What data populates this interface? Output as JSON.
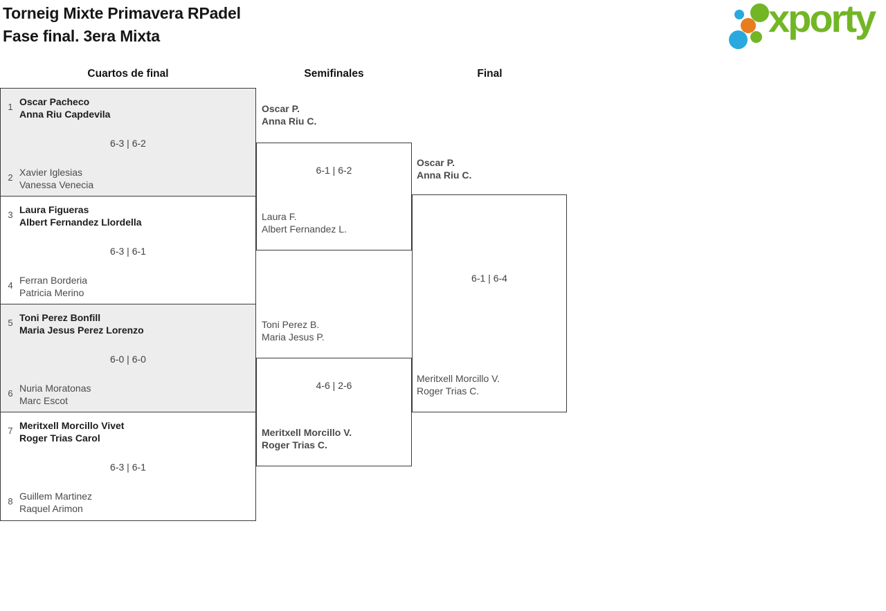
{
  "header": {
    "title_line1": "Torneig Mixte Primavera RPadel",
    "title_line2": "Fase final. 3era Mixta",
    "logo_text": "xporty"
  },
  "brand": {
    "green": "#72b626",
    "blue": "#29a9e0",
    "orange": "#e87d1e"
  },
  "rounds": [
    {
      "label": "Cuartos de final"
    },
    {
      "label": "Semifinales"
    },
    {
      "label": "Final"
    }
  ],
  "quarterfinals": [
    {
      "seed_top": "1",
      "team_top": [
        "Oscar Pacheco",
        "Anna Riu Capdevila"
      ],
      "score": "6-3 | 6-2",
      "seed_bottom": "2",
      "team_bottom": [
        "Xavier Iglesias",
        "Vanessa Venecia"
      ],
      "winner": "top"
    },
    {
      "seed_top": "3",
      "team_top": [
        "Laura Figueras",
        "Albert Fernandez Llordella"
      ],
      "score": "6-3 | 6-1",
      "seed_bottom": "4",
      "team_bottom": [
        "Ferran Borderia",
        "Patricia Merino"
      ],
      "winner": "top"
    },
    {
      "seed_top": "5",
      "team_top": [
        "Toni Perez Bonfill",
        "Maria Jesus Perez Lorenzo"
      ],
      "score": "6-0 | 6-0",
      "seed_bottom": "6",
      "team_bottom": [
        "Nuria Moratonas",
        "Marc Escot"
      ],
      "winner": "top"
    },
    {
      "seed_top": "7",
      "team_top": [
        "Meritxell Morcillo Vivet",
        "Roger Trias Carol"
      ],
      "score": "6-3 | 6-1",
      "seed_bottom": "8",
      "team_bottom": [
        "Guillem Martinez",
        "Raquel Arimon"
      ],
      "winner": "top"
    }
  ],
  "semifinals": [
    {
      "team_top": [
        "Oscar P.",
        "Anna Riu C."
      ],
      "score": "6-1 | 6-2",
      "team_bottom": [
        "Laura F.",
        "Albert Fernandez L."
      ],
      "winner": "top"
    },
    {
      "team_top": [
        "Toni Perez B.",
        "Maria Jesus P."
      ],
      "score": "4-6 | 2-6",
      "team_bottom": [
        "Meritxell Morcillo V.",
        "Roger Trias C."
      ],
      "winner": "bottom"
    }
  ],
  "final": {
    "team_top": [
      "Oscar P.",
      "Anna Riu C."
    ],
    "score": "6-1 | 6-4",
    "team_bottom": [
      "Meritxell Morcillo V.",
      "Roger Trias C."
    ],
    "winner": "top"
  }
}
